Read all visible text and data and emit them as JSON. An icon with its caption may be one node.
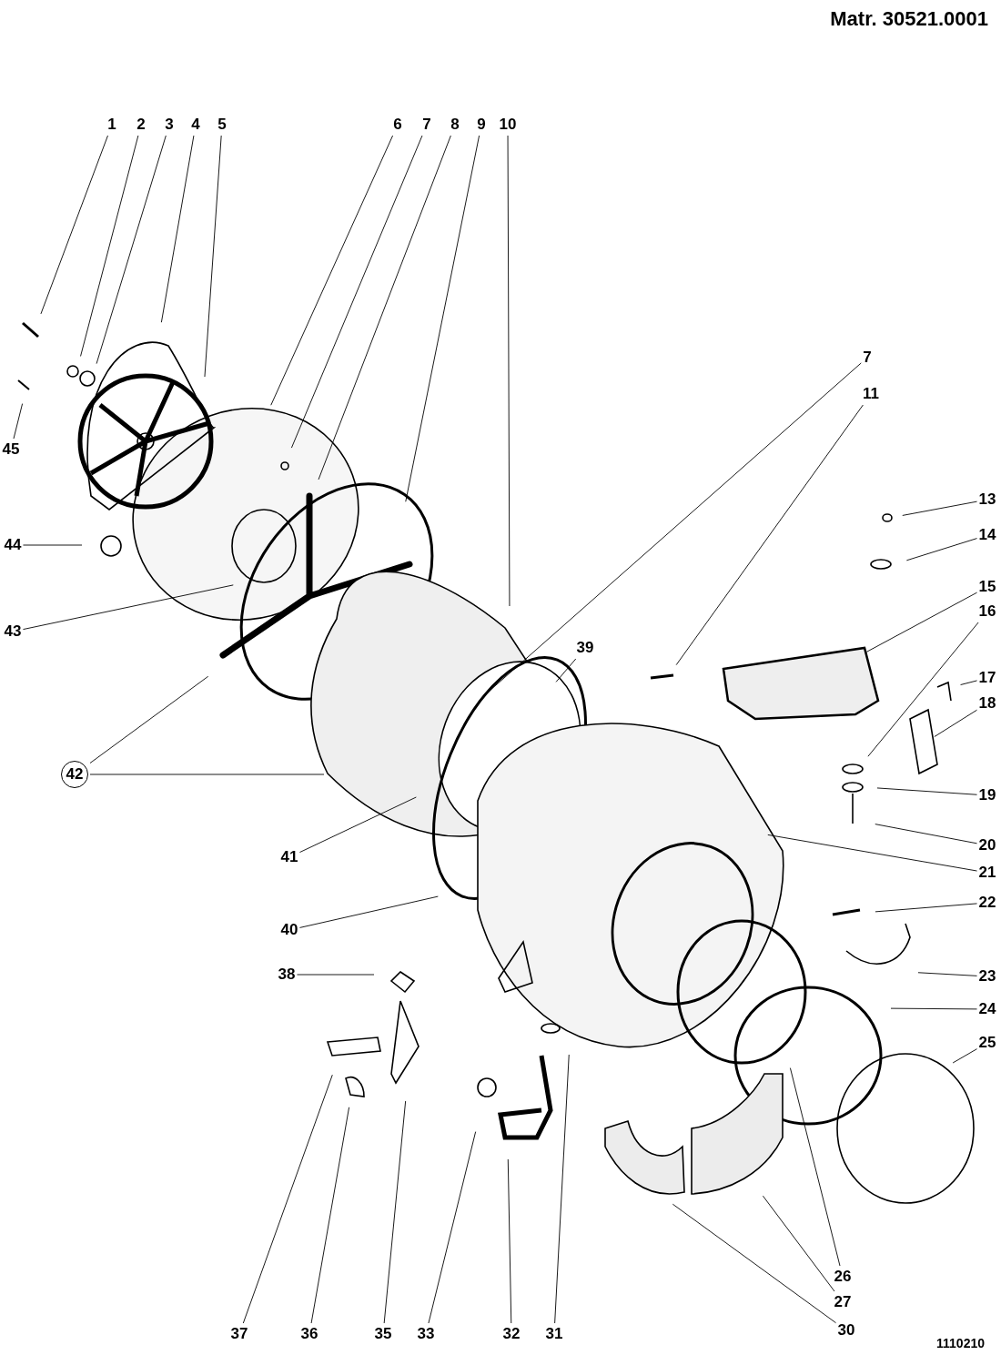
{
  "diagram": {
    "title": "Matr. 30521.0001",
    "nodes": [
      {
        "text": [
          "1"
        ]
      },
      {
        "text": [
          "2"
        ]
      },
      {
        "text": [
          "3"
        ]
      },
      {
        "text": [
          "4"
        ]
      },
      {
        "text": [
          "5"
        ]
      },
      {
        "text": [
          "6"
        ]
      },
      {
        "text": [
          "7"
        ]
      },
      {
        "text": [
          "8"
        ]
      },
      {
        "text": [
          "9"
        ]
      },
      {
        "text": [
          "10"
        ]
      },
      {
        "text": [
          "7"
        ]
      },
      {
        "text": [
          "11"
        ]
      },
      {
        "text": [
          "13"
        ]
      },
      {
        "text": [
          "14"
        ]
      },
      {
        "text": [
          "15"
        ]
      },
      {
        "text": [
          "16"
        ]
      },
      {
        "text": [
          "17"
        ]
      },
      {
        "text": [
          "18"
        ]
      },
      {
        "text": [
          "19"
        ]
      },
      {
        "text": [
          "20"
        ]
      },
      {
        "text": [
          "21"
        ]
      },
      {
        "text": [
          "22"
        ]
      },
      {
        "text": [
          "23"
        ]
      },
      {
        "text": [
          "24"
        ]
      },
      {
        "text": [
          "25"
        ]
      },
      {
        "text": [
          "45"
        ]
      },
      {
        "text": [
          "44"
        ]
      },
      {
        "text": [
          "43"
        ]
      },
      {
        "text": [
          "42"
        ]
      },
      {
        "text": [
          "39"
        ]
      },
      {
        "text": [
          "41"
        ]
      },
      {
        "text": [
          "40"
        ]
      },
      {
        "text": [
          "38"
        ]
      },
      {
        "text": [
          "26"
        ]
      },
      {
        "text": [
          "27"
        ]
      },
      {
        "text": [
          "37"
        ]
      },
      {
        "text": [
          "36"
        ]
      },
      {
        "text": [
          "35"
        ]
      },
      {
        "text": [
          "33"
        ]
      },
      {
        "text": [
          "32"
        ]
      },
      {
        "text": [
          "31"
        ]
      },
      {
        "text": [
          "30"
        ]
      }
    ],
    "edges": [
      {
        "from": 0,
        "to": null,
        "arrow": "none"
      },
      {
        "from": 1,
        "to": null,
        "arrow": "none"
      },
      {
        "from": 2,
        "to": null,
        "arrow": "none"
      },
      {
        "from": 3,
        "to": null,
        "arrow": "none"
      },
      {
        "from": 4,
        "to": null,
        "arrow": "none"
      },
      {
        "from": 5,
        "to": null,
        "arrow": "none"
      },
      {
        "from": 6,
        "to": null,
        "arrow": "none"
      },
      {
        "from": 7,
        "to": null,
        "arrow": "none"
      },
      {
        "from": 8,
        "to": null,
        "arrow": "none"
      },
      {
        "from": 9,
        "to": null,
        "arrow": "none"
      },
      {
        "from": 10,
        "to": null,
        "arrow": "none"
      },
      {
        "from": 11,
        "to": null,
        "arrow": "none"
      },
      {
        "from": 12,
        "to": null,
        "arrow": "none"
      },
      {
        "from": 13,
        "to": null,
        "arrow": "none"
      },
      {
        "from": 14,
        "to": null,
        "arrow": "none"
      },
      {
        "from": 15,
        "to": null,
        "arrow": "none"
      },
      {
        "from": 16,
        "to": null,
        "arrow": "none"
      },
      {
        "from": 17,
        "to": null,
        "arrow": "none"
      },
      {
        "from": 18,
        "to": null,
        "arrow": "none"
      },
      {
        "from": 19,
        "to": null,
        "arrow": "none"
      },
      {
        "from": 20,
        "to": null,
        "arrow": "none"
      },
      {
        "from": 21,
        "to": null,
        "arrow": "none"
      },
      {
        "from": 22,
        "to": null,
        "arrow": "none"
      },
      {
        "from": 23,
        "to": null,
        "arrow": "none"
      },
      {
        "from": 24,
        "to": null,
        "arrow": "none"
      },
      {
        "from": 25,
        "to": null,
        "arrow": "none"
      },
      {
        "from": 26,
        "to": null,
        "arrow": "none"
      },
      {
        "from": 27,
        "to": null,
        "arrow": "none"
      },
      {
        "from": 28,
        "to": null,
        "arrow": "none"
      },
      {
        "from": 28,
        "to": null,
        "arrow": "none"
      },
      {
        "from": 29,
        "to": null,
        "arrow": "none"
      },
      {
        "from": 30,
        "to": null,
        "arrow": "none"
      },
      {
        "from": 31,
        "to": null,
        "arrow": "none"
      },
      {
        "from": 32,
        "to": null,
        "arrow": "none"
      },
      {
        "from": 33,
        "to": null,
        "arrow": "none"
      },
      {
        "from": 34,
        "to": null,
        "arrow": "none"
      },
      {
        "from": 35,
        "to": null,
        "arrow": "none"
      },
      {
        "from": 36,
        "to": null,
        "arrow": "none"
      },
      {
        "from": 37,
        "to": null,
        "arrow": "none"
      },
      {
        "from": 38,
        "to": null,
        "arrow": "none"
      },
      {
        "from": 39,
        "to": null,
        "arrow": "none"
      },
      {
        "from": 40,
        "to": null,
        "arrow": "none"
      },
      {
        "from": 41,
        "to": null,
        "arrow": "none"
      }
    ],
    "labels": [
      "1110210"
    ]
  }
}
